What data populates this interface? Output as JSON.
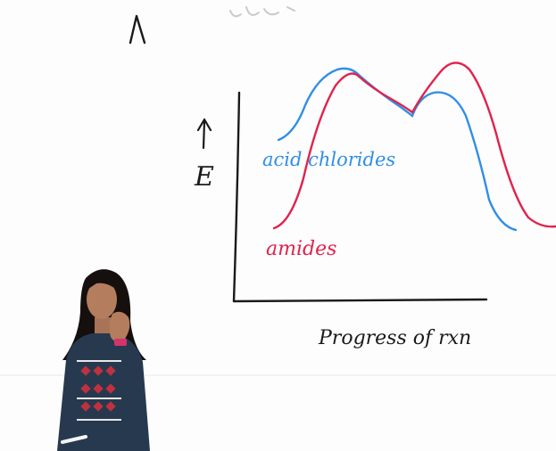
{
  "board": {
    "background": "#ffffff",
    "ink": "#1a1a1a",
    "y_axis_label": "E",
    "x_axis_label": "Progress of rxn",
    "series": [
      {
        "label": "acid chlorides",
        "color": "#2f8fe6"
      },
      {
        "label": "amides",
        "color": "#e0234e"
      }
    ],
    "top_scribble": "Λ",
    "top_partial_text": "ʽᴜᴇ"
  },
  "presenter": {
    "description_icon": "person-icon",
    "top_color": "#27394f",
    "pattern_color": "#c0313f"
  }
}
